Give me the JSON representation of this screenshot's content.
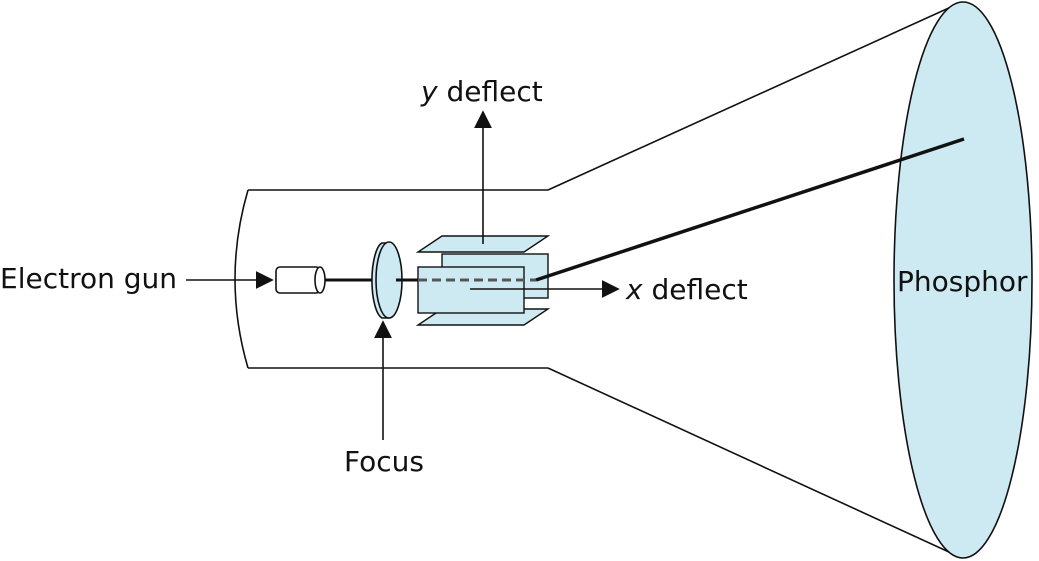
{
  "labels": {
    "electron_gun": "Electron gun",
    "focus": "Focus",
    "y_deflect_var": "y",
    "y_deflect_text": " deflect",
    "x_deflect_var": "x",
    "x_deflect_text": " deflect",
    "phosphor": "Phosphor"
  },
  "colors": {
    "fill_light_blue": "#cdeaf3",
    "stroke": "#111111",
    "background": "#ffffff"
  }
}
